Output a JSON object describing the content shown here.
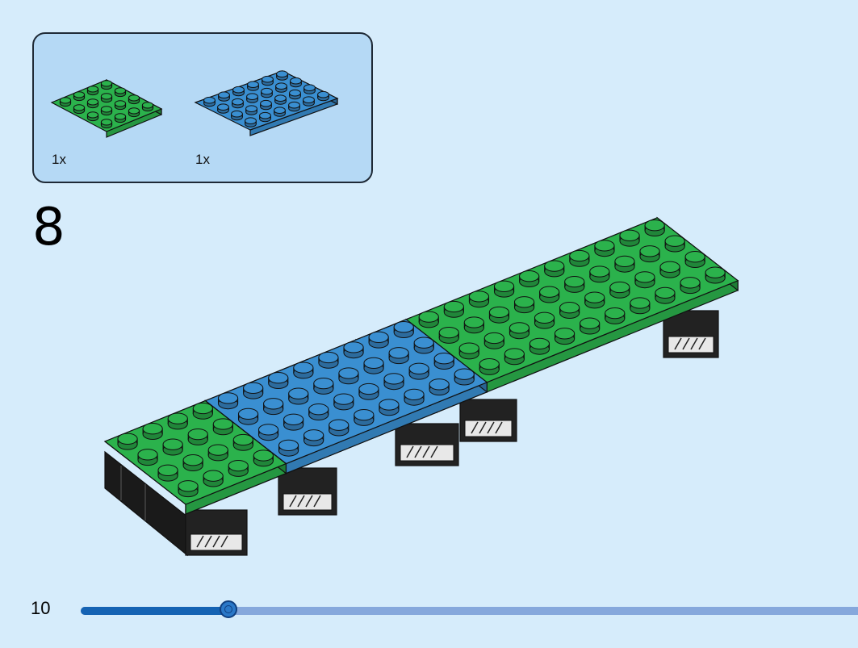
{
  "parts": [
    {
      "name": "green-plate-4x4",
      "qty": "1x",
      "color": "#2bb24c"
    },
    {
      "name": "blue-plate-4x6",
      "qty": "1x",
      "color": "#3a8fd1"
    }
  ],
  "step": {
    "number": "8"
  },
  "page": {
    "number": "10"
  },
  "progress": {
    "fraction": 0.19
  },
  "colors": {
    "background": "#d6ecfb",
    "green": "#2bb24c",
    "blue": "#3a8fd1",
    "dark": "#222222"
  }
}
